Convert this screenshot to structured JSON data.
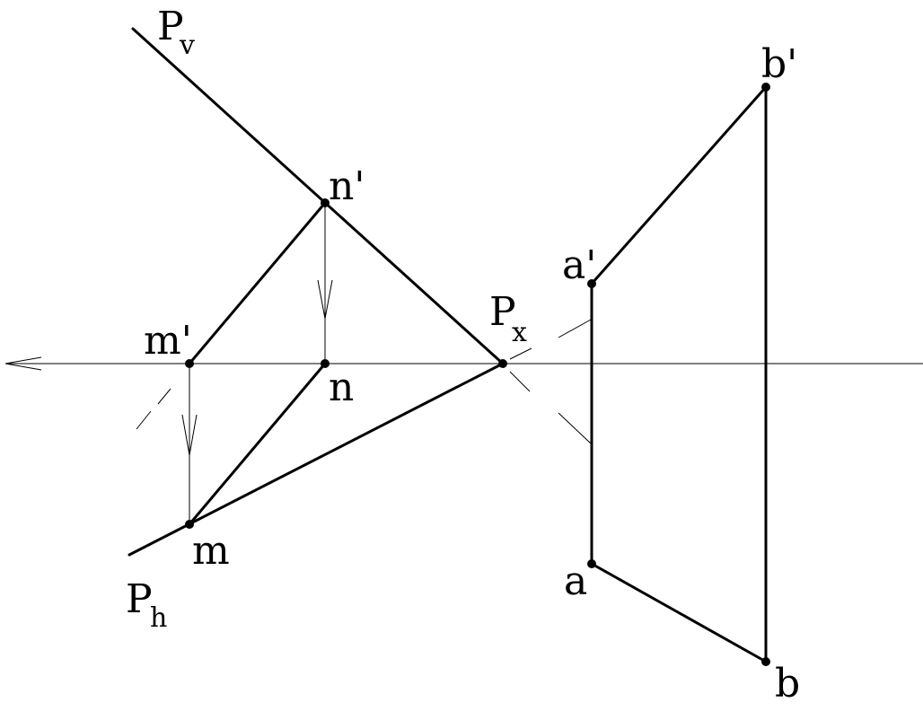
{
  "labels": {
    "pv_main": "P",
    "pv_sub": "v",
    "ph_main": "P",
    "ph_sub": "h",
    "px_main": "P",
    "px_sub": "x",
    "n_prime": "n'",
    "n": "n",
    "m_prime": "m'",
    "m": "m",
    "a_prime": "a'",
    "a": "a",
    "b_prime": "b'",
    "b": "b"
  }
}
